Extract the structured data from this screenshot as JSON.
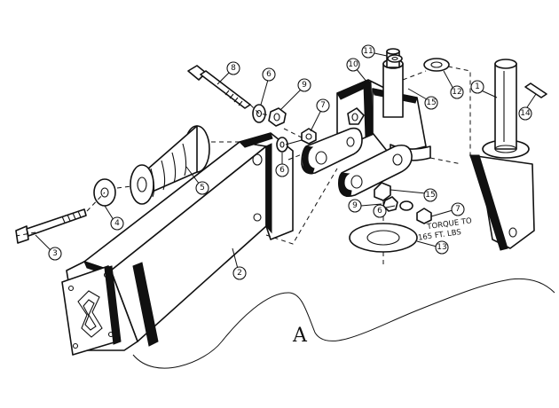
{
  "diagram": {
    "section_label": "A",
    "torque_note": [
      "TORQUE TO",
      "165 FT. LBS"
    ],
    "callouts": [
      "1",
      "2",
      "3",
      "4",
      "5",
      "6",
      "6",
      "6",
      "7",
      "7",
      "8",
      "9",
      "9",
      "10",
      "11",
      "12",
      "13",
      "14",
      "15",
      "15"
    ]
  }
}
